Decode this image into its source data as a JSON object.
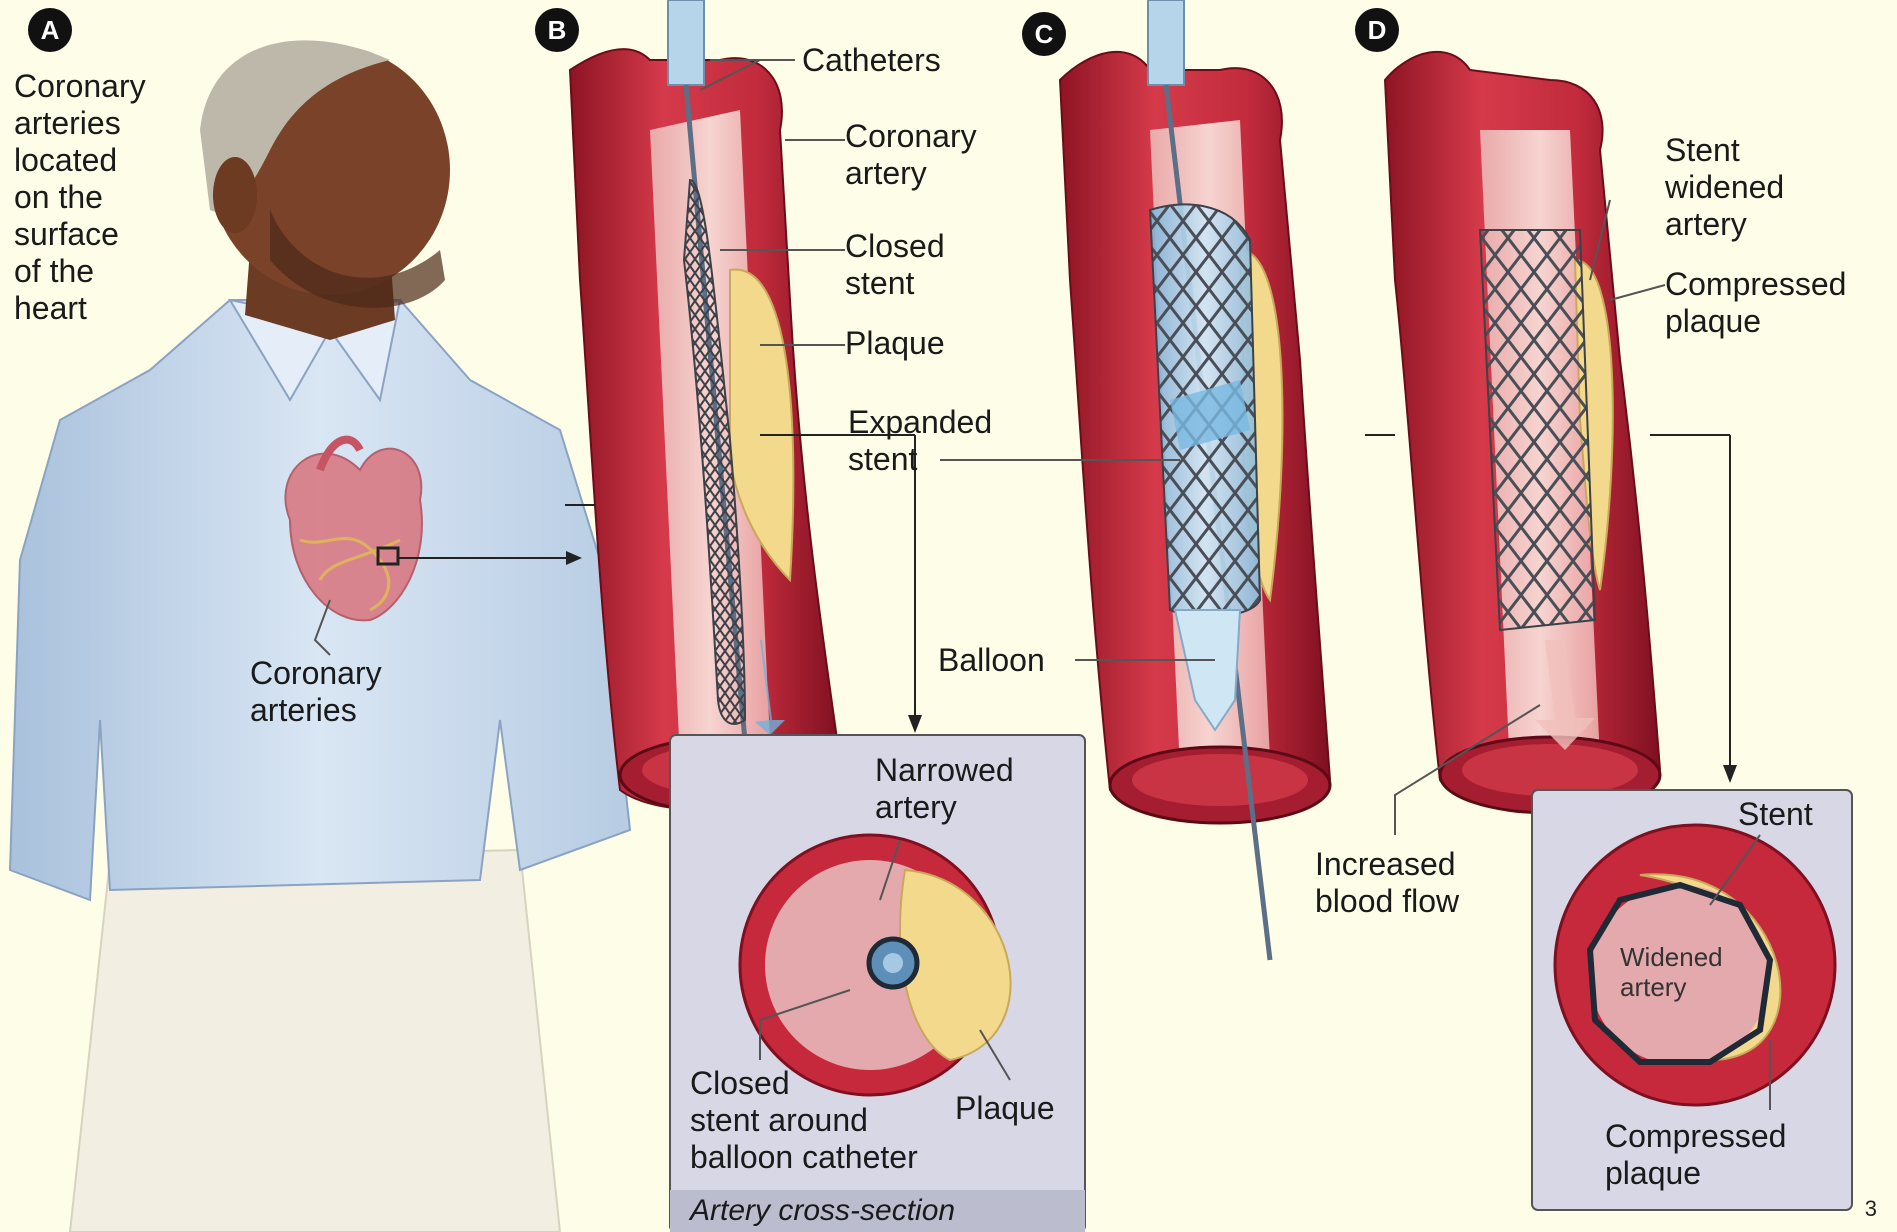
{
  "panels": {
    "a": {
      "badge": "A"
    },
    "b": {
      "badge": "B"
    },
    "c": {
      "badge": "C"
    },
    "d": {
      "badge": "D"
    }
  },
  "labels": {
    "coronary_located": "Coronary\narteries\nlocated\non the\nsurface\nof the\nheart",
    "coronary_arteries": "Coronary\narteries",
    "catheters": "Catheters",
    "coronary_artery": "Coronary\nartery",
    "closed_stent": "Closed\nstent",
    "plaque_b": "Plaque",
    "expanded_stent": "Expanded\nstent",
    "balloon": "Balloon",
    "narrowed_artery": "Narrowed\nartery",
    "closed_stent_around": "Closed\nstent around\nballoon catheter",
    "plaque_cross": "Plaque",
    "artery_cross_section": "Artery cross-section",
    "stent_widened": "Stent\nwidened\nartery",
    "compressed_plaque_top": "Compressed\nplaque",
    "increased_blood_flow": "Increased\nblood flow",
    "stent_d": "Stent",
    "widened_artery": "Widened\nartery",
    "compressed_plaque_bottom": "Compressed\nplaque"
  },
  "page_number": "3",
  "colors": {
    "background": "#fdfde8",
    "artery": "#c0283a",
    "plaque": "#f2d98c",
    "shirt": "#c9dbef",
    "inset": "#d7d7e6"
  }
}
